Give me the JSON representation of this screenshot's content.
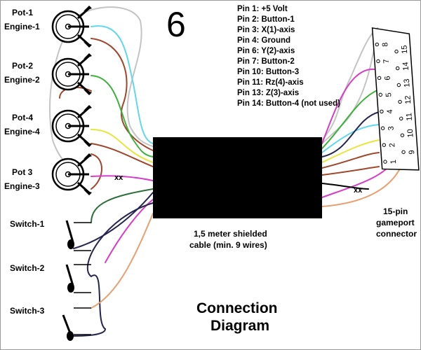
{
  "figure_number": "6",
  "pin_legend": [
    "Pin 1:   +5 Volt",
    "Pin 2:   Button-1",
    "Pin 3:   X(1)-axis",
    "Pin 4:   Ground",
    "Pin 6:   Y(2)-axis",
    "Pin 7:   Button-2",
    "Pin 10: Button-3",
    "Pin 11: Rz(4)-axis",
    "Pin 13: Z(3)-axis",
    "Pin 14: Button-4 (not used)"
  ],
  "pots": [
    {
      "line1": "Pot-1",
      "line2": "Engine-1"
    },
    {
      "line1": "Pot-2",
      "line2": "Engine-2"
    },
    {
      "line1": "Pot-4",
      "line2": "Engine-4"
    },
    {
      "line1": "Pot 3",
      "line2": "Engine-3"
    }
  ],
  "switches": [
    "Switch-1",
    "Switch-2",
    "Switch-3"
  ],
  "cable": {
    "line1": "1,5 meter shielded",
    "line2": "cable (min. 9 wires)"
  },
  "connector": {
    "line1": "15-pin",
    "line2": "gameport",
    "line3": "connector"
  },
  "connector_pins": [
    "1",
    "2",
    "3",
    "4",
    "5",
    "6",
    "7",
    "8",
    "9",
    "10",
    "11",
    "12",
    "13",
    "14",
    "15"
  ],
  "unused_marker": "xx",
  "title": {
    "line1": "Connection",
    "line2": "Diagram"
  },
  "wire_colors": {
    "gray": "#c4c4c4",
    "cyan": "#5fd8ee",
    "brown": "#a0462a",
    "green": "#3cb13c",
    "yellow": "#e6e63c",
    "magenta": "#d63cc8",
    "dark_green": "#2e6e3c",
    "navy": "#252550",
    "tan": "#e8a070",
    "black": "#000000"
  }
}
